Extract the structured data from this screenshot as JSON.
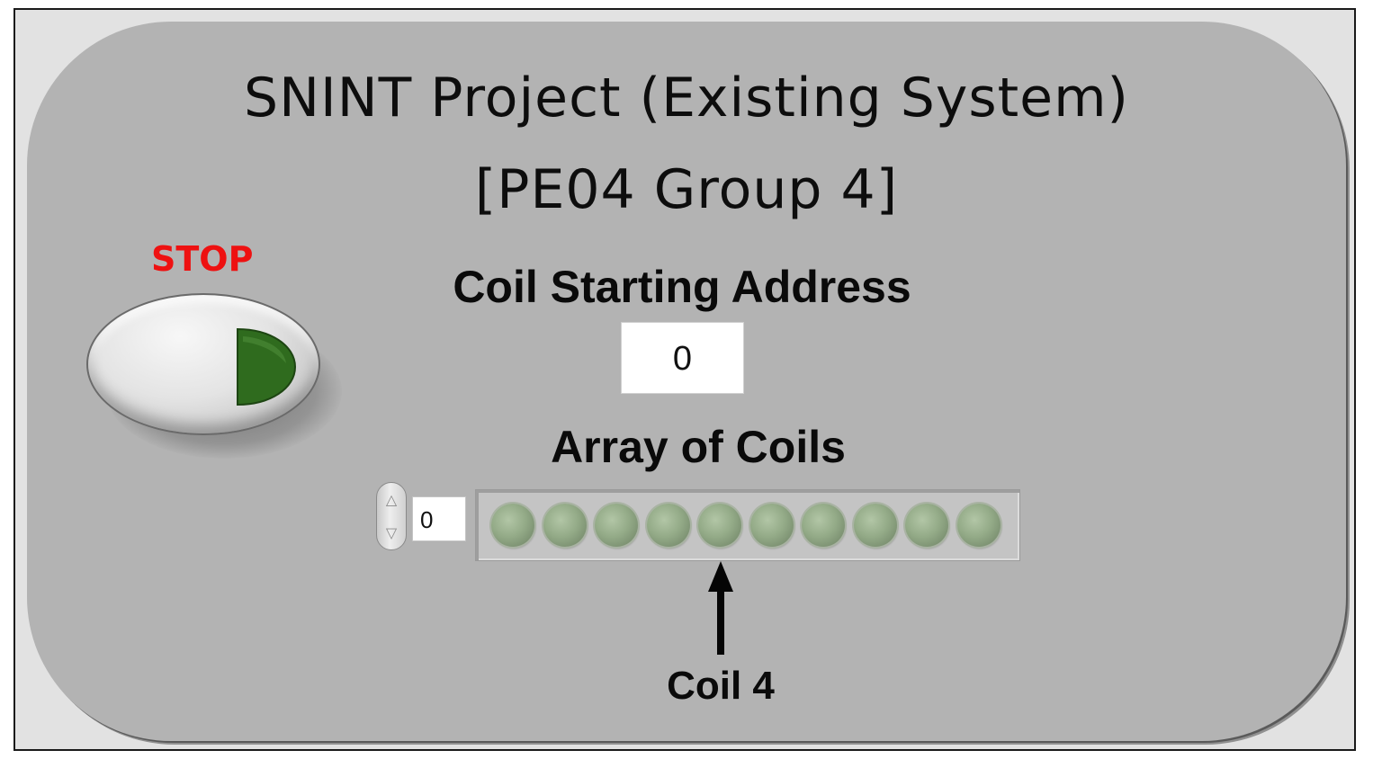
{
  "title": {
    "line1": "SNINT Project (Existing System)",
    "line2": "[PE04 Group 4]"
  },
  "stop": {
    "label": "STOP",
    "led_color": "#2f6b1e"
  },
  "coil_starting_address": {
    "label": "Coil Starting Address",
    "value": "0"
  },
  "array_of_coils": {
    "label": "Array of Coils",
    "index": "0",
    "coils": [
      {
        "state": "off"
      },
      {
        "state": "off"
      },
      {
        "state": "off"
      },
      {
        "state": "off"
      },
      {
        "state": "off"
      },
      {
        "state": "off"
      },
      {
        "state": "off"
      },
      {
        "state": "off"
      },
      {
        "state": "off"
      },
      {
        "state": "off"
      }
    ],
    "led_off_color": "#94ab88"
  },
  "annotation": {
    "label": "Coil 4"
  },
  "colors": {
    "panel": "#b3b3b3",
    "frame": "#e2e2e2",
    "stop_label": "#ee1111"
  }
}
